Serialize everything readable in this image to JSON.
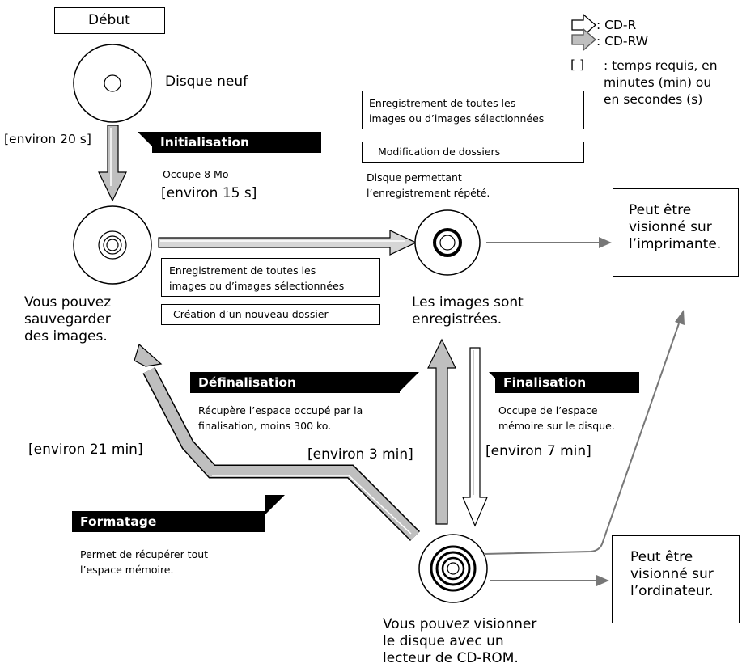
{
  "start_label": "Début",
  "legend": {
    "cdr": ": CD-R",
    "cdrw": ": CD-RW",
    "bracket_symbol": "[  ]",
    "bracket_text": ": temps requis, en\nminutes (min) ou\nen secondes (s)"
  },
  "disc_new": {
    "label": "Disque neuf"
  },
  "init": {
    "time": "[environ 20 s]",
    "title": "Initialisation",
    "occupies": "Occupe 8 Mo",
    "time2": "[environ 15 s]"
  },
  "disc_save": {
    "label": "Vous pouvez\nsauvegarder\ndes images."
  },
  "save_boxes": {
    "record_all": "Enregistrement de toutes les\nimages ou d’images sélectionnées",
    "new_folder": "Création d’un nouveau dossier"
  },
  "cdrw_boxes": {
    "record_all": "Enregistrement de toutes les\nimages ou d’images sélectionnées",
    "modify": "Modification de dossiers",
    "note": "Disque permettant\nl’enregistrement répété."
  },
  "disc_recorded": {
    "label": "Les images sont\nenregistrées."
  },
  "printer_box": {
    "label": "Peut être\nvisionné sur\nl’imprimante."
  },
  "definalisation": {
    "title": "Définalisation",
    "desc": "Récupère l’espace occupé par la\nfinalisation, moins 300 ko.",
    "time": "[environ 3 min]"
  },
  "finalisation": {
    "title": "Finalisation",
    "desc": "Occupe de l’espace\nmémoire sur le disque.",
    "time": "[environ 7 min]"
  },
  "formatage": {
    "title": "Formatage",
    "desc": "Permet de récupérer tout\nl’espace mémoire.",
    "time": "[environ 21 min]"
  },
  "disc_final": {
    "label": "Vous pouvez visionner\nle disque avec un\nlecteur de CD-ROM."
  },
  "computer_box": {
    "label": "Peut être\nvisionné sur\nl’ordinateur."
  }
}
